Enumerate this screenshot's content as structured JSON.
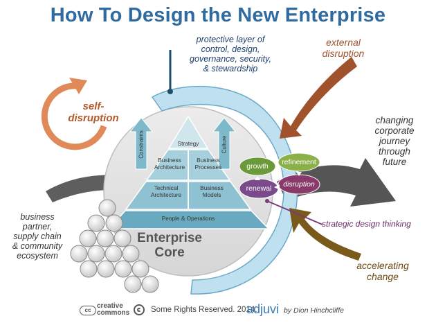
{
  "title": "How To Design the New Enterprise",
  "labels": {
    "protective_layer": [
      "protective layer of",
      "control, design,",
      "governance, security,",
      "& stewardship"
    ],
    "external_disruption": [
      "external",
      "disruption"
    ],
    "self_disruption": [
      "self-",
      "disruption"
    ],
    "changing_journey": [
      "changing",
      "corporate",
      "journey",
      "through",
      "future"
    ],
    "business_partner": [
      "business",
      "partner,",
      "supply chain",
      "& community",
      "ecosystem"
    ],
    "strategic_design": "strategic design thinking",
    "accelerating_change": [
      "accelerating",
      "change"
    ]
  },
  "core": {
    "title": [
      "Enterprise",
      "Core"
    ],
    "pyramid": {
      "strategy": "Strategy",
      "business_architecture": [
        "Business",
        "Architecture"
      ],
      "business_processes": [
        "Business",
        "Processes"
      ],
      "technical_architecture": [
        "Technical",
        "Architecture"
      ],
      "business_models": [
        "Business",
        "Models"
      ],
      "people_operations": "People & Operations"
    },
    "constraints": "Constraints",
    "culture": "Culture"
  },
  "cycle": {
    "growth": "growth",
    "refinement": "refinement",
    "renewal": "renewal",
    "disruption": "disruption"
  },
  "footer": {
    "cc_line1": "creative",
    "cc_line2": "commons",
    "cc_mark": "cc",
    "rights": "Some Rights Reserved. 2014.",
    "brand": "adjuvi",
    "byline": "by Dion Hinchcliffe"
  },
  "colors": {
    "title": "#2f6aa1",
    "shield": "#bfe0ef",
    "core": "#e2e2e2",
    "pyramid": "#7eb9cb",
    "external_arrow": "#a0522d",
    "self_arrow": "#e08a5a",
    "accel_arrow": "#7a5a1a",
    "journey_arrow": "#555555",
    "growth": "#6a9a3a",
    "refinement": "#8ab04a",
    "renewal": "#7a4a8a",
    "disruption": "#8a3a6a"
  }
}
